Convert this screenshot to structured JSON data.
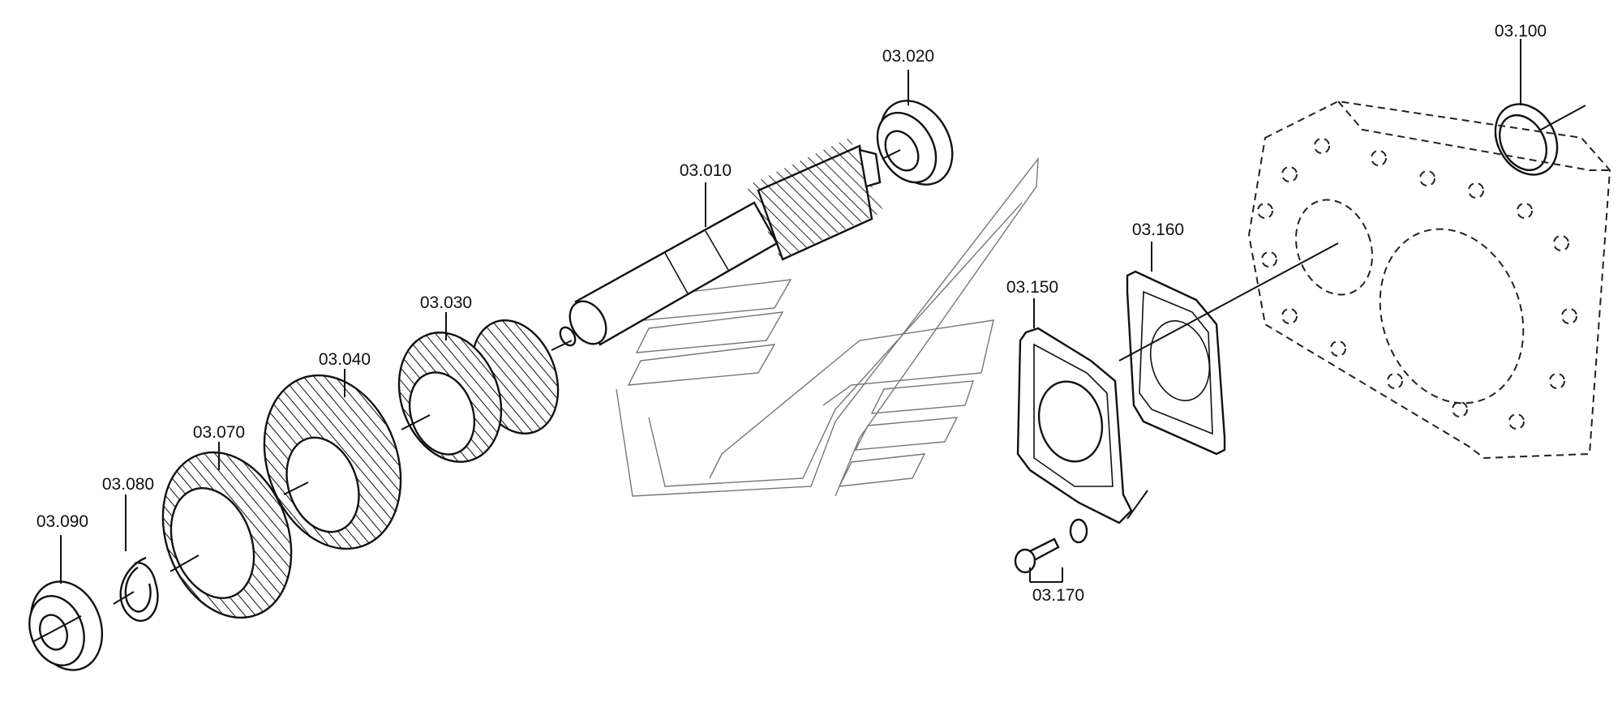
{
  "diagram": {
    "parts": [
      {
        "id": "p010",
        "label": "03.010"
      },
      {
        "id": "p020",
        "label": "03.020"
      },
      {
        "id": "p030",
        "label": "03.030"
      },
      {
        "id": "p040",
        "label": "03.040"
      },
      {
        "id": "p070",
        "label": "03.070"
      },
      {
        "id": "p080",
        "label": "03.080"
      },
      {
        "id": "p090",
        "label": "03.090"
      },
      {
        "id": "p100",
        "label": "03.100"
      },
      {
        "id": "p150",
        "label": "03.150"
      },
      {
        "id": "p160",
        "label": "03.160"
      },
      {
        "id": "p170",
        "label": "03.170"
      }
    ]
  }
}
